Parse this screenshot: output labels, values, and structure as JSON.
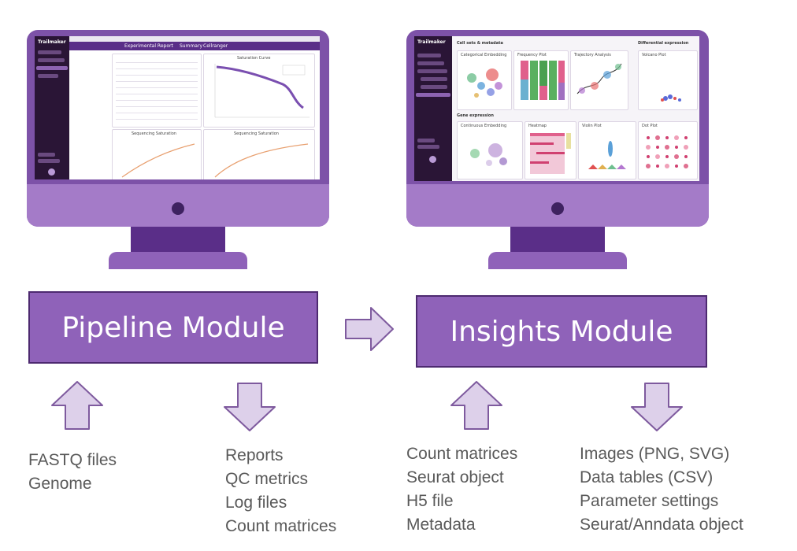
{
  "colors": {
    "module_fill": "#8f62b9",
    "module_border": "#4d2a70",
    "arrow_fill": "#ddd0ea",
    "arrow_stroke": "#7e5a9e",
    "bezel": "#7d52a8",
    "text": "#595959"
  },
  "pipeline": {
    "module_label": "Pipeline Module",
    "inputs": [
      "FASTQ files",
      "Genome"
    ],
    "outputs": [
      "Reports",
      "QC metrics",
      "Log files",
      "Count matrices"
    ]
  },
  "insights": {
    "module_label": "Insights Module",
    "inputs": [
      "Count matrices",
      "Seurat object",
      "H5 file",
      "Metadata"
    ],
    "outputs": [
      "Images (PNG, SVG)",
      "Data tables (CSV)",
      "Parameter settings",
      "Seurat/Anndata object"
    ]
  },
  "screen_left": {
    "app_name": "Trailmaker",
    "report_title": "Experimental Report",
    "tab_summary": "Summary",
    "tab_cellranger": "Cellranger",
    "panel_titles": [
      "Saturation Curve",
      "Sequencing Saturation",
      "Sequencing Saturation"
    ]
  },
  "screen_right": {
    "app_name": "Trailmaker",
    "section_cell_sets": "Cell sets & metadata",
    "section_diff_expr": "Differential expression",
    "section_gene_expr": "Gene expression",
    "panel_titles": [
      "Categorical Embedding",
      "Frequency Plot",
      "Trajectory Analysis",
      "Volcano Plot",
      "Continuous Embedding",
      "Heatmap",
      "Violin Plot",
      "Dot Plot"
    ]
  },
  "icons": {
    "process_arrow": "right-arrow-icon",
    "input_arrow": "up-arrow-icon",
    "output_arrow": "down-arrow-icon"
  }
}
